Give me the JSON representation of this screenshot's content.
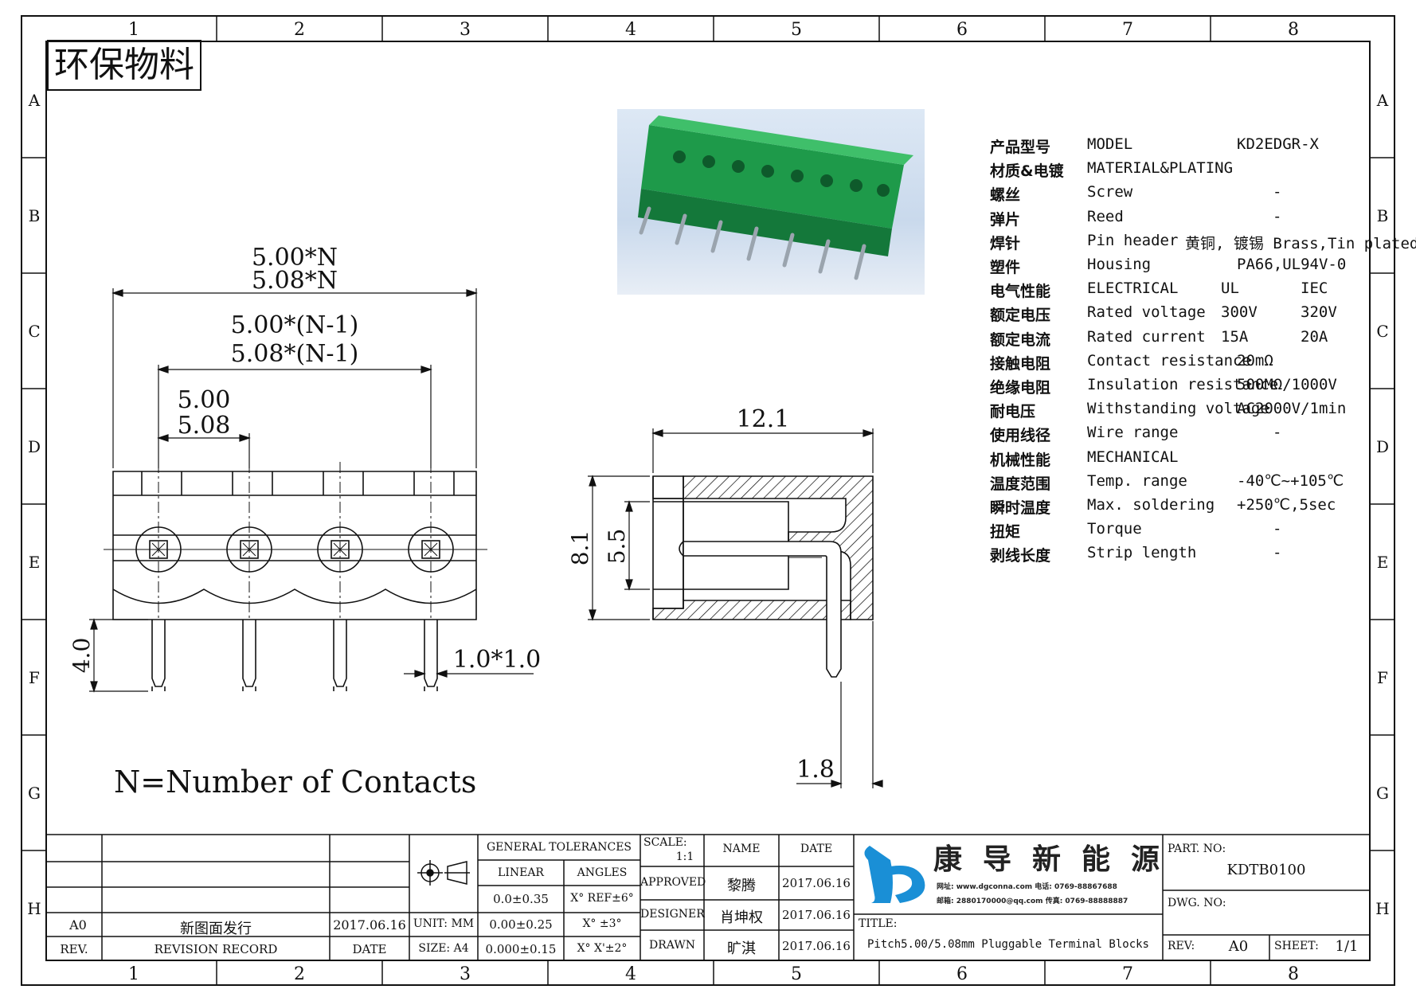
{
  "frame": {
    "col_labels": [
      "1",
      "2",
      "3",
      "4",
      "5",
      "6",
      "7",
      "8"
    ],
    "row_labels": [
      "A",
      "B",
      "C",
      "D",
      "E",
      "F",
      "G",
      "H"
    ]
  },
  "eco_label": "环保物料",
  "dims_front": {
    "overall_top": "5.00*N",
    "overall_bottom": "5.08*N",
    "span_top": "5.00*(N-1)",
    "span_bottom": "5.08*(N-1)",
    "pitch_top": "5.00",
    "pitch_bottom": "5.08",
    "pin_length": "4.0",
    "pin_section": "1.0*1.0"
  },
  "dims_side": {
    "width": "12.1",
    "height": "8.1",
    "opening": "5.5",
    "pin_offset": "1.8"
  },
  "note": "N=Number of Contacts",
  "specs": [
    {
      "cn": "产品型号",
      "en": "MODEL",
      "v1": "KD2EDGR-X",
      "v2": ""
    },
    {
      "cn": "材质&电镀",
      "en": "MATERIAL&PLATING",
      "v1": "",
      "v2": ""
    },
    {
      "cn": "螺丝",
      "en": "Screw",
      "v1": "-",
      "v2": ""
    },
    {
      "cn": "弹片",
      "en": "Reed",
      "v1": "-",
      "v2": ""
    },
    {
      "cn": "焊针",
      "en": "Pin header",
      "v1": "黄铜, 镀锡 Brass,Tin plated",
      "v2": ""
    },
    {
      "cn": "塑件",
      "en": "Housing",
      "v1": "PA66,UL94V-0",
      "v2": ""
    },
    {
      "cn": "电气性能",
      "en": "ELECTRICAL",
      "v1": "UL",
      "v2": "IEC"
    },
    {
      "cn": "额定电压",
      "en": "Rated voltage",
      "v1": "300V",
      "v2": "320V"
    },
    {
      "cn": "额定电流",
      "en": "Rated current",
      "v1": "15A",
      "v2": "20A"
    },
    {
      "cn": "接触电阻",
      "en": "Contact resistance",
      "v1": "20mΩ",
      "v2": ""
    },
    {
      "cn": "绝缘电阻",
      "en": "Insulation resistance",
      "v1": "500MΩ/1000V",
      "v2": ""
    },
    {
      "cn": "耐电压",
      "en": "Withstanding voltage",
      "v1": "AC2000V/1min",
      "v2": ""
    },
    {
      "cn": "使用线径",
      "en": "Wire range",
      "v1": "-",
      "v2": ""
    },
    {
      "cn": "机械性能",
      "en": "MECHANICAL",
      "v1": "",
      "v2": ""
    },
    {
      "cn": "温度范围",
      "en": "Temp. range",
      "v1": "-40℃~+105℃",
      "v2": ""
    },
    {
      "cn": "瞬时温度",
      "en": "Max. soldering",
      "v1": "+250℃,5sec",
      "v2": ""
    },
    {
      "cn": "扭矩",
      "en": "Torque",
      "v1": "-",
      "v2": ""
    },
    {
      "cn": "剥线长度",
      "en": "Strip length",
      "v1": "-",
      "v2": ""
    }
  ],
  "titleblock": {
    "rev_a0": "A0",
    "revision_text": "新图面发行",
    "revision_date": "2017.06.16",
    "rev_header": "REV.",
    "revision_record_header": "REVISION RECORD",
    "date_header": "DATE",
    "unit": "UNIT: MM",
    "size": "SIZE: A4",
    "general_tolerances": "GENERAL TOLERANCES",
    "linear": "LINEAR",
    "angles": "ANGLES",
    "lin1": "0.0±0.35",
    "lin2": "0.00±0.25",
    "lin3": "0.000±0.15",
    "ang1": "X° REF±6°",
    "ang2": "X° ±3°",
    "ang3": "X° X'±2°",
    "scale_label": "SCALE:",
    "scale_value": "1:1",
    "name_header": "NAME",
    "date_header2": "DATE",
    "approved": "APPROVED",
    "designer": "DESIGNER",
    "drawn": "DRAWN",
    "approved_name": "黎腾",
    "designer_name": "肖坤权",
    "drawn_name": "旷淇",
    "approved_date": "2017.06.16",
    "designer_date": "2017.06.16",
    "drawn_date": "2017.06.16",
    "company": "康导新能源",
    "company_line1": "网址: www.dgconna.com  电话: 0769-88867688",
    "company_line2": "邮箱: 2880170000@qq.com  传真: 0769-88888887",
    "title_label": "TITLE:",
    "title_value": "Pitch5.00/5.08mm Pluggable Terminal Blocks",
    "part_label": "PART. NO:",
    "part_value": "KDTB0100",
    "dwg_label": "DWG. NO:",
    "rev_label": "REV:",
    "rev_value": "A0",
    "sheet_label": "SHEET:",
    "sheet_value": "1/1"
  },
  "colors": {
    "connector_green": "#1e9a4a",
    "photo_bg": "#d3e0ef",
    "logo_blue": "#1a8fd6"
  }
}
